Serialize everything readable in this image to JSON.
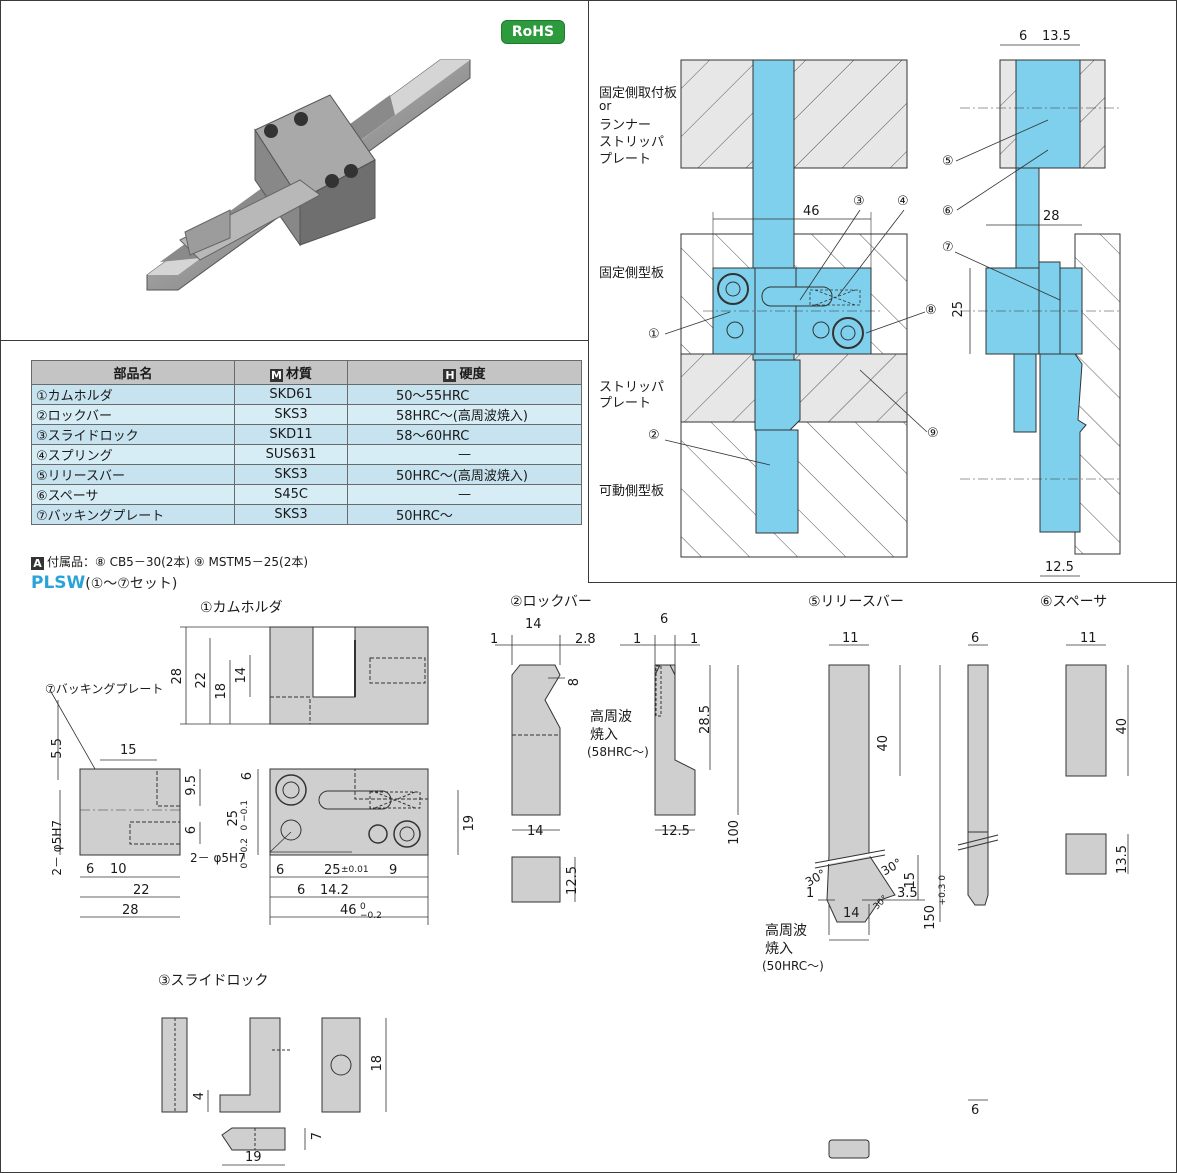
{
  "badge": "RoHS",
  "table": {
    "headers": {
      "name": "部品名",
      "material_mark": "M",
      "material": "材質",
      "hardness_mark": "H",
      "hardness": "硬度"
    },
    "rows": [
      {
        "name": "①カムホルダ",
        "material": "SKD61",
        "hardness": "50～55HRC"
      },
      {
        "name": "②ロックバー",
        "material": "SKS3",
        "hardness": "58HRC～(高周波焼入)"
      },
      {
        "name": "③スライドロック",
        "material": "SKD11",
        "hardness": "58～60HRC"
      },
      {
        "name": "④スプリング",
        "material": "SUS631",
        "hardness": "—"
      },
      {
        "name": "⑤リリースバー",
        "material": "SKS3",
        "hardness": "50HRC～(高周波焼入)"
      },
      {
        "name": "⑥スペーサ",
        "material": "S45C",
        "hardness": "—"
      },
      {
        "name": "⑦バッキングプレート",
        "material": "SKS3",
        "hardness": "50HRC～"
      }
    ]
  },
  "accessories": {
    "mark": "A",
    "text": "付属品：⑧ CB5－30(2本) ⑨ MSTM5－25(2本)"
  },
  "set": {
    "code": "PLSW",
    "note": "(①～⑦セット)"
  },
  "assembly": {
    "labels": {
      "fixed_plate": [
        "固定側取付板",
        "or",
        "ランナー",
        "ストリッパ",
        "プレート"
      ],
      "fixed_mold": "固定側型板",
      "stripper": [
        "ストリッパ",
        "プレート"
      ],
      "movable_mold": "可動側型板"
    },
    "callouts": [
      "①",
      "②",
      "③",
      "④",
      "⑤",
      "⑥",
      "⑦",
      "⑧",
      "⑨"
    ],
    "dims": {
      "w46": "46",
      "w28": "28",
      "h25": "25",
      "top6": "6",
      "top13_5": "13.5",
      "bot12_5": "12.5"
    }
  },
  "cam_holder": {
    "title": "①カムホルダ",
    "dims": {
      "h28": "28",
      "h22": "22",
      "h18": "18",
      "h14": "14",
      "v6": "6",
      "v25": "25",
      "v25tol": "0\n−0.1",
      "v6tol": "0\n−0.2",
      "v6b": "6",
      "v19": "19",
      "b6": "6",
      "b25": "25",
      "b25tol": "±0.01",
      "b9": "9",
      "b6b": "6",
      "b14_2": "14.2",
      "b46": "46",
      "b46tol": "0\n−0.2",
      "hole": "2－ φ5H7"
    }
  },
  "backing_plate": {
    "title": "⑦バッキングプレート",
    "dims": {
      "w15": "15",
      "h5_5": "5.5",
      "h9_5": "9.5",
      "h6": "6",
      "phi": "2－ φ5H7",
      "b6": "6",
      "b10": "10",
      "b22": "22",
      "b28": "28"
    }
  },
  "lock_bar": {
    "title": "②ロックバー",
    "dims": {
      "w1": "1",
      "w14": "14",
      "w2_8": "2.8",
      "h8": "8",
      "s6": "6",
      "s1a": "1",
      "s1b": "1",
      "h28_5": "28.5",
      "h100": "100",
      "b14": "14",
      "b12_5": "12.5",
      "e12_5": "12.5"
    },
    "note": [
      "高周波",
      "焼入",
      "(58HRC～)"
    ]
  },
  "release_bar": {
    "title": "⑤リリースバー",
    "dims": {
      "w11": "11",
      "h40": "40",
      "h150": "150",
      "h150tol": "+0.3\n0",
      "a30a": "30°",
      "a30b": "30°",
      "a30c": "30°",
      "h15": "15",
      "b1": "1",
      "b14": "14",
      "b3_5": "3.5",
      "s6": "6",
      "s6b": "6"
    },
    "note": [
      "高周波",
      "焼入",
      "(50HRC～)"
    ]
  },
  "spacer": {
    "title": "⑥スペーサ",
    "dims": {
      "w11": "11",
      "h40": "40",
      "h13_5": "13.5"
    }
  },
  "slide_lock": {
    "title": "③スライドロック",
    "dims": {
      "h4": "4",
      "h18": "18",
      "h7": "7",
      "w19": "19"
    }
  }
}
